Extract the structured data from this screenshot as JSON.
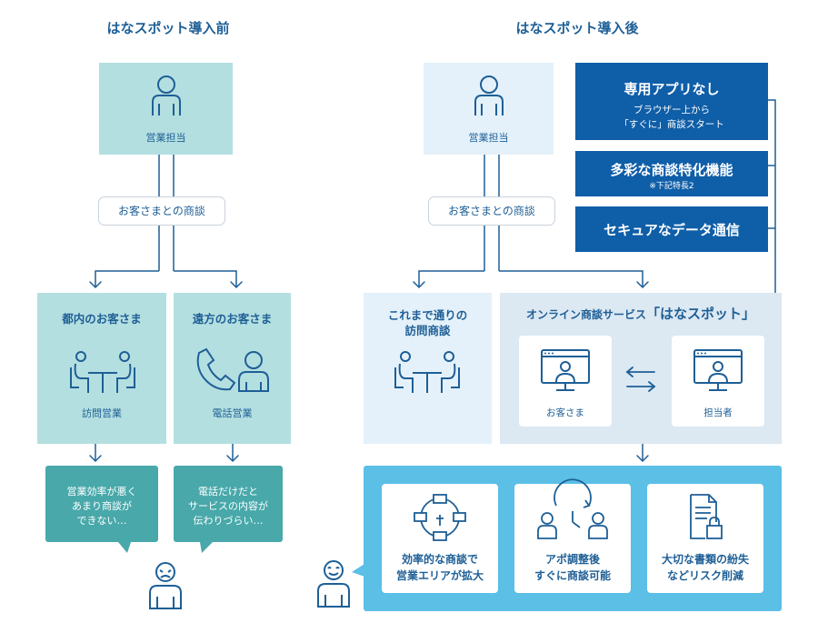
{
  "left": {
    "title": "はなスポット導入前",
    "staff_label": "営業担当",
    "negotiation": "お客さまとの商談",
    "tokyo": {
      "title": "都内のお客さま",
      "label": "訪問営業",
      "bubble": [
        "営業効率が悪く",
        "あまり商談が",
        "できない…"
      ]
    },
    "remote": {
      "title": "遠方のお客さま",
      "label": "電話営業",
      "bubble": [
        "電話だけだと",
        "サービスの内容が",
        "伝わりづらい…"
      ]
    }
  },
  "right": {
    "title": "はなスポット導入後",
    "staff_label": "営業担当",
    "negotiation": "お客さまとの商談",
    "visit": {
      "title_lines": [
        "これまで通りの",
        "訪問商談"
      ]
    },
    "online": {
      "title_prefix": "オンライン商談サービス",
      "title_brand": "「はなスポット」",
      "customer_label": "お客さま",
      "staff_label": "担当者"
    },
    "features": [
      {
        "title": "専用アプリなし",
        "sub": [
          "ブラウザー上から",
          "「すぐに」商談スタート"
        ]
      },
      {
        "title": "多彩な商談特化機能",
        "sub": [
          "※下記特長2"
        ]
      },
      {
        "title": "セキュアなデータ通信",
        "sub": []
      }
    ],
    "benefits": [
      {
        "lines": [
          "効率的な商談で",
          "営業エリアが拡大"
        ],
        "icon": "network-icon"
      },
      {
        "lines": [
          "アポ調整後",
          "すぐに商談可能"
        ],
        "icon": "clock-people-icon"
      },
      {
        "lines": [
          "大切な書類の紛失",
          "などリスク削減"
        ],
        "icon": "locked-document-icon"
      }
    ]
  },
  "colors": {
    "teal_light": "#b4dfe0",
    "teal_dark": "#48a8aa",
    "pale_blue": "#e4f1fa",
    "navy": "#0f5ea8",
    "sky": "#5bbfe6",
    "line": "#1e5f96"
  }
}
